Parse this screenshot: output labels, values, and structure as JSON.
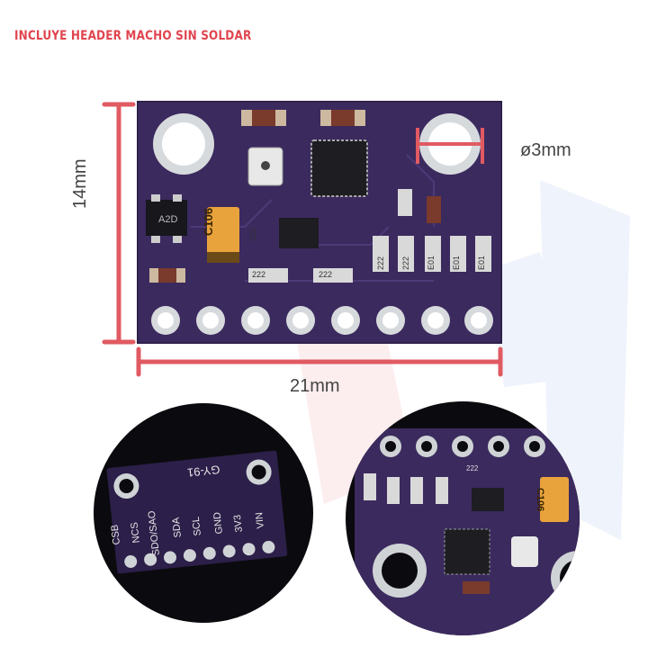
{
  "banner": "INCLUYE HEADER MACHO SIN SOLDAR",
  "dimensions": {
    "height": "14mm",
    "width": "21mm",
    "hole": "ø3mm"
  },
  "colors": {
    "accent": "#e0454f",
    "pcb": "#3b2a5e",
    "pcb_dark": "#2c1f49",
    "silver": "#cfd3d6",
    "background": "#ffffff"
  },
  "board": {
    "component_labels": [
      "C106",
      "A2D",
      "222",
      "222",
      "222",
      "222",
      "222",
      "E01",
      "E01",
      "E01"
    ]
  },
  "back_view": {
    "title": "GY-91",
    "pins": [
      "CSB",
      "NCS",
      "SDO/SAO",
      "SDA",
      "SCL",
      "GND",
      "3V3",
      "VIN"
    ]
  },
  "closeup": {
    "labels": [
      "C106",
      "222"
    ]
  }
}
